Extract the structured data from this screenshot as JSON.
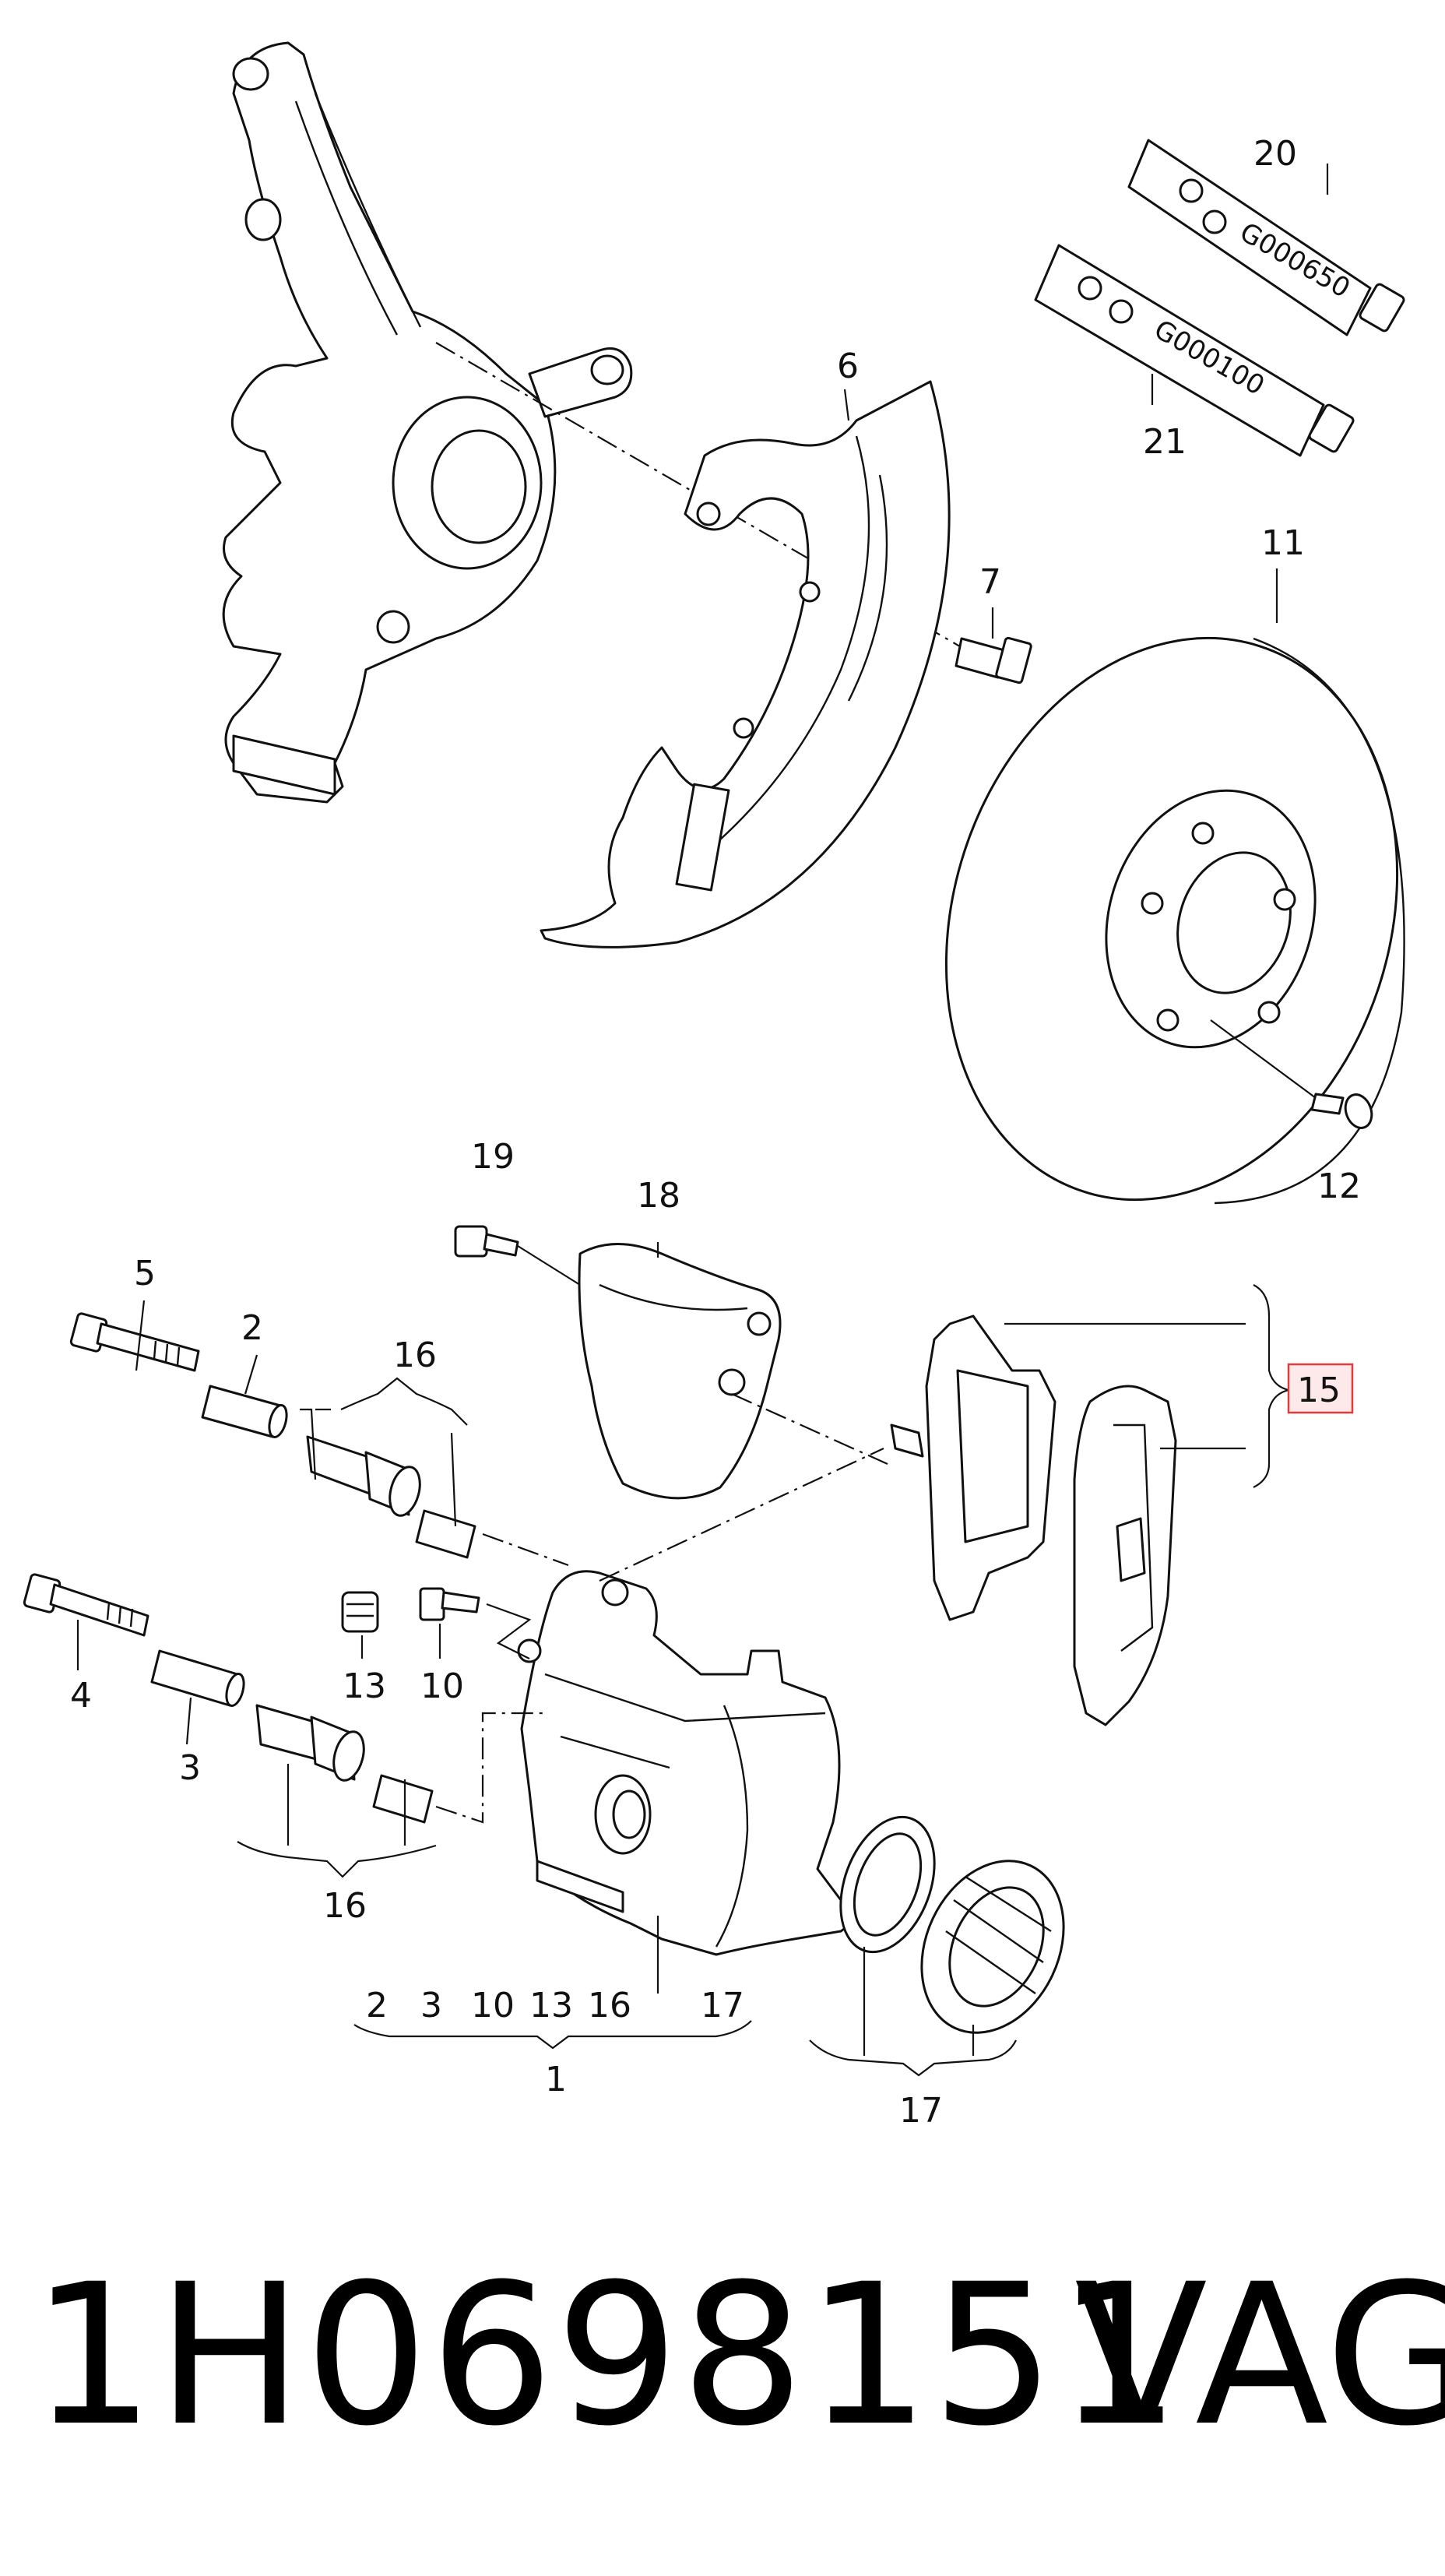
{
  "callouts": {
    "c1": "1",
    "c2": "2",
    "c3": "3",
    "c4": "4",
    "c5": "5",
    "c6": "6",
    "c7": "7",
    "c10": "10",
    "c11": "11",
    "c12": "12",
    "c13": "13",
    "c15": "15",
    "c16a": "16",
    "c16b": "16",
    "c17a": "17",
    "c17b": "17",
    "c18": "18",
    "c19": "19",
    "c20": "20",
    "c21": "21"
  },
  "kit_list": {
    "k2": "2",
    "k3": "3",
    "k10": "10",
    "k13": "13",
    "k16": "16",
    "k17": "17"
  },
  "tubes": {
    "t20": "G000650",
    "t21": "G000100"
  },
  "highlight_color": "#e23b3b",
  "footer": {
    "part_number": "1H0698151",
    "brand": "VAG"
  }
}
